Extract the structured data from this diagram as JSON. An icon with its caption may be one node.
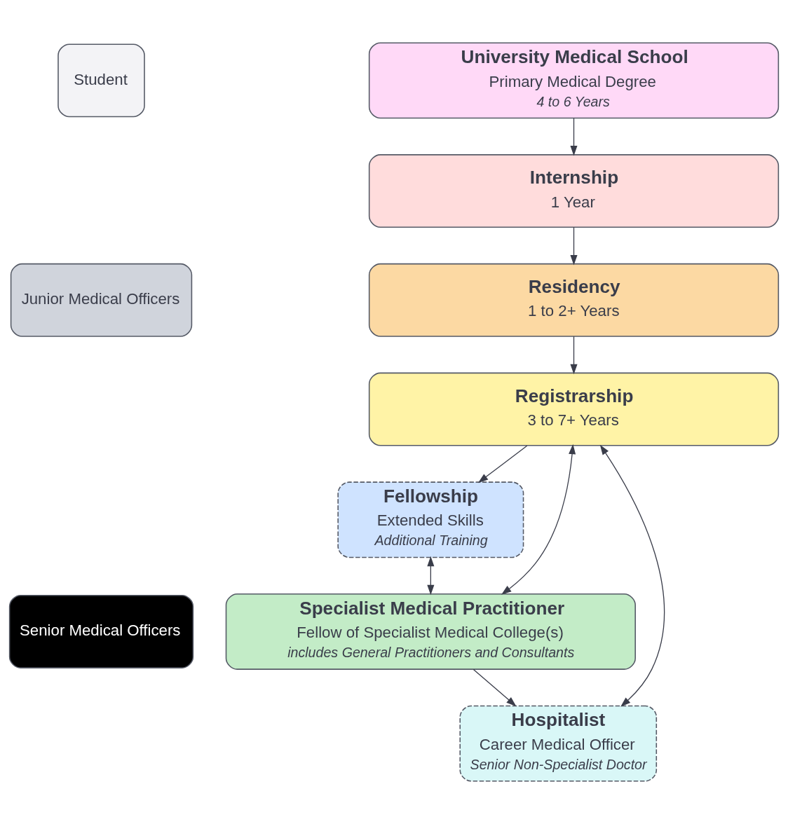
{
  "diagram": {
    "nodes": [
      {
        "text": [
          "Student"
        ]
      },
      {
        "text": [
          "University Medical School",
          "Primary Medical Degree",
          "4 to 6 Years"
        ]
      },
      {
        "text": [
          "Junior Medical Officers"
        ]
      },
      {
        "text": [
          "Internship",
          "1 Year"
        ]
      },
      {
        "text": [
          "Residency",
          "1 to 2+ Years"
        ]
      },
      {
        "text": [
          "Registrarship",
          "3 to 7+ Years"
        ]
      },
      {
        "text": [
          "Senior Medical Officers"
        ]
      },
      {
        "text": [
          "Fellowship",
          "Extended Skills",
          "Additional Training"
        ]
      },
      {
        "text": [
          "Hospitalist",
          "Career Medical Officer",
          "Senior Non-Specialist Doctor"
        ]
      },
      {
        "text": [
          "Specialist Medical Practitioner",
          "Fellow of Specialist Medical College(s)",
          "includes General Practitioners and Consultants"
        ]
      }
    ],
    "edges": [
      {
        "from": 1,
        "to": 3,
        "arrow": "to"
      },
      {
        "from": 3,
        "to": 4,
        "arrow": "to"
      },
      {
        "from": 4,
        "to": 5,
        "arrow": "to"
      },
      {
        "from": 5,
        "to": 7,
        "arrow": "to"
      },
      {
        "from": 5,
        "to": 9,
        "arrow": "both"
      },
      {
        "from": 5,
        "to": 8,
        "arrow": "both"
      },
      {
        "from": 7,
        "to": 9,
        "arrow": "both"
      },
      {
        "from": 9,
        "to": 8,
        "arrow": "to"
      }
    ]
  }
}
